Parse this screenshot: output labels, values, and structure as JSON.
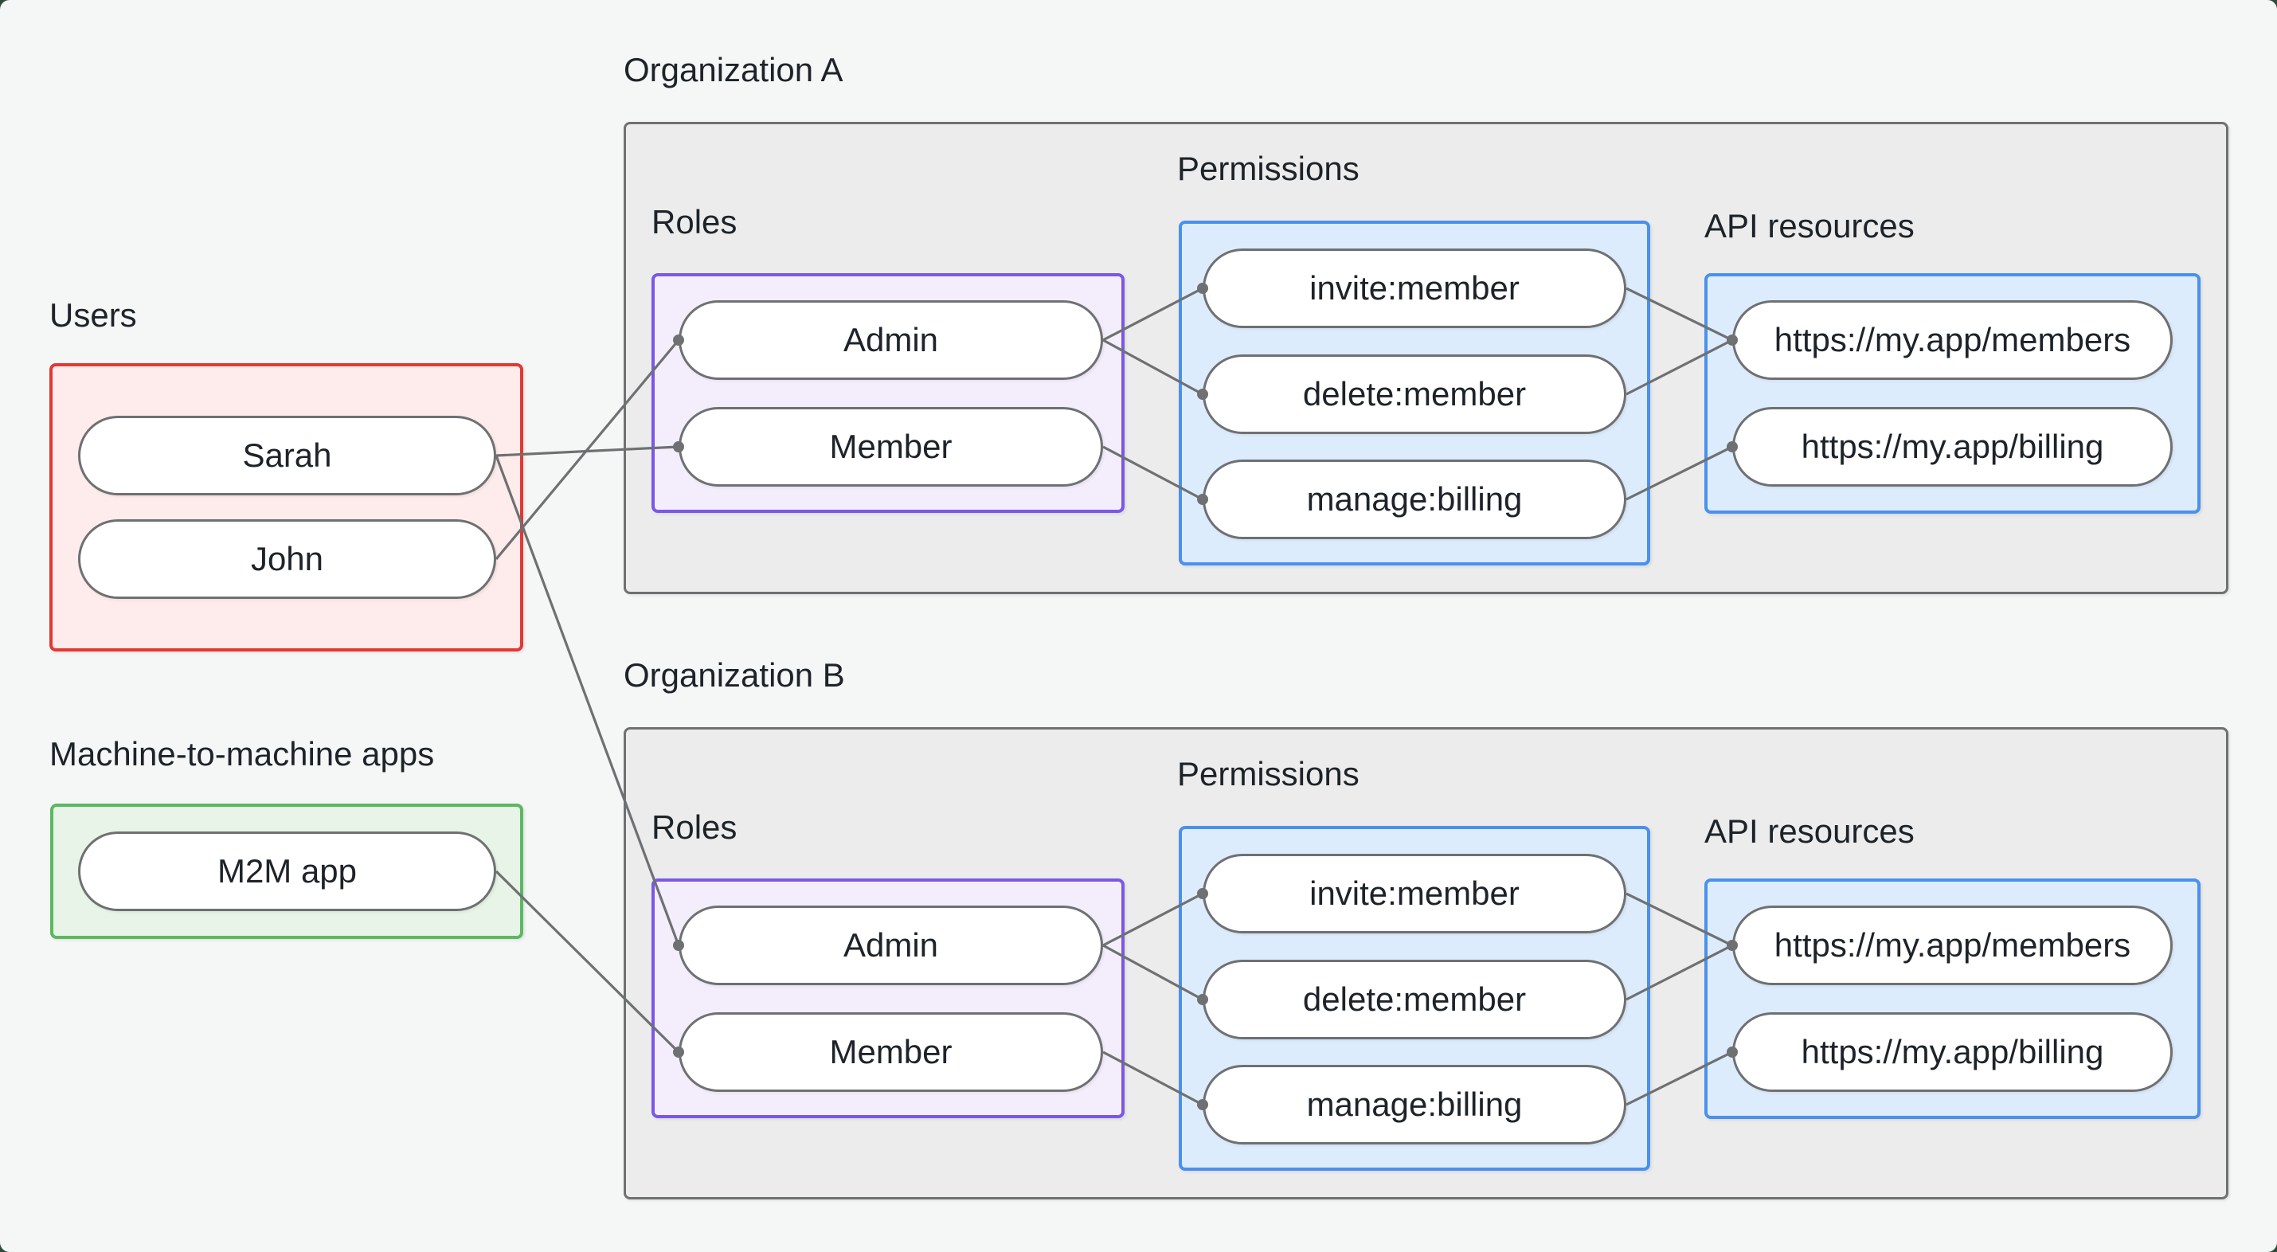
{
  "colors": {
    "bg": "#f5f7f6",
    "backdrop": "#2e4a3a",
    "text": "#1d2329",
    "line": "#6e7072",
    "node_border": "#6e7072",
    "org_border": "#6e7072",
    "org_fill": "#ebeceb",
    "users_border": "#e23933",
    "users_fill": "#fdeceb",
    "m2m_border": "#5bb95f",
    "m2m_fill": "#e7f4e7",
    "roles_border": "#7a57e8",
    "roles_fill": "#f4eefc",
    "blue_border": "#4a90ee",
    "blue_fill": "#ddecfc"
  },
  "users": {
    "label": "Users",
    "items": [
      "Sarah",
      "John"
    ]
  },
  "m2m": {
    "label": "Machine-to-machine apps",
    "items": [
      "M2M app"
    ]
  },
  "org_a": {
    "label": "Organization A",
    "roles_label": "Roles",
    "roles": [
      "Admin",
      "Member"
    ],
    "permissions_label": "Permissions",
    "permissions": [
      "invite:member",
      "delete:member",
      "manage:billing"
    ],
    "api_label": "API resources",
    "api": [
      "https://my.app/members",
      "https://my.app/billing"
    ]
  },
  "org_b": {
    "label": "Organization B",
    "roles_label": "Roles",
    "roles": [
      "Admin",
      "Member"
    ],
    "permissions_label": "Permissions",
    "permissions": [
      "invite:member",
      "delete:member",
      "manage:billing"
    ],
    "api_label": "API resources",
    "api": [
      "https://my.app/members",
      "https://my.app/billing"
    ]
  },
  "nodes": {
    "sarah": {
      "out": [
        623,
        572
      ]
    },
    "john": {
      "out": [
        623,
        702
      ]
    },
    "m2m_app": {
      "out": [
        623,
        1094
      ]
    },
    "a_admin": {
      "in": [
        852,
        427
      ],
      "out": [
        1385,
        427
      ]
    },
    "a_member": {
      "in": [
        852,
        561
      ],
      "out": [
        1385,
        561
      ]
    },
    "a_invite": {
      "in": [
        1510,
        362
      ],
      "out": [
        2042,
        362
      ]
    },
    "a_delete": {
      "in": [
        1510,
        495
      ],
      "out": [
        2042,
        495
      ]
    },
    "a_manage": {
      "in": [
        1510,
        627
      ],
      "out": [
        2042,
        627
      ]
    },
    "a_members": {
      "in": [
        2175,
        427
      ]
    },
    "a_billing": {
      "in": [
        2175,
        561
      ]
    },
    "b_admin": {
      "in": [
        852,
        1187
      ],
      "out": [
        1385,
        1187
      ]
    },
    "b_member": {
      "in": [
        852,
        1321
      ],
      "out": [
        1385,
        1321
      ]
    },
    "b_invite": {
      "in": [
        1510,
        1122
      ],
      "out": [
        2042,
        1122
      ]
    },
    "b_delete": {
      "in": [
        1510,
        1255
      ],
      "out": [
        2042,
        1255
      ]
    },
    "b_manage": {
      "in": [
        1510,
        1387
      ],
      "out": [
        2042,
        1387
      ]
    },
    "b_members": {
      "in": [
        2175,
        1187
      ]
    },
    "b_billing": {
      "in": [
        2175,
        1321
      ]
    }
  },
  "edges": [
    [
      "sarah",
      "a_member"
    ],
    [
      "sarah",
      "b_admin"
    ],
    [
      "john",
      "a_admin"
    ],
    [
      "m2m_app",
      "b_member"
    ],
    [
      "a_admin",
      "a_invite"
    ],
    [
      "a_admin",
      "a_delete"
    ],
    [
      "a_member",
      "a_manage"
    ],
    [
      "a_invite",
      "a_members"
    ],
    [
      "a_delete",
      "a_members"
    ],
    [
      "a_manage",
      "a_billing"
    ],
    [
      "b_admin",
      "b_invite"
    ],
    [
      "b_admin",
      "b_delete"
    ],
    [
      "b_member",
      "b_manage"
    ],
    [
      "b_invite",
      "b_members"
    ],
    [
      "b_delete",
      "b_members"
    ],
    [
      "b_manage",
      "b_billing"
    ]
  ]
}
